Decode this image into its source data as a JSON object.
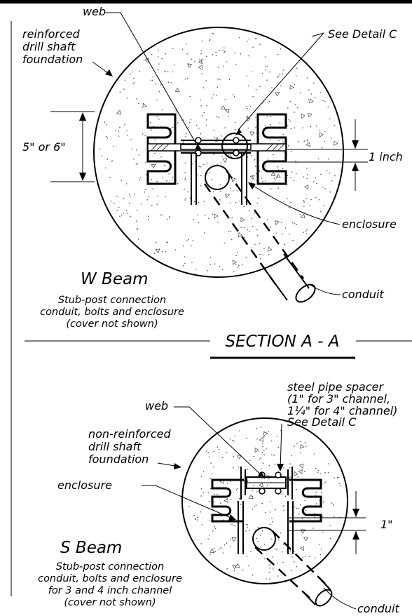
{
  "top": {
    "labels": {
      "web": "web",
      "see_detail": "See Detail C",
      "foundation": [
        "reinforced",
        "drill shaft",
        "foundation"
      ],
      "dim_height": "5\" or 6\"",
      "dim_inch": "1 inch",
      "enclosure": "enclosure",
      "conduit": "conduit"
    },
    "title": "W Beam",
    "caption": [
      "Stub-post connection",
      "conduit, bolts and enclosure",
      "(cover not shown)"
    ]
  },
  "section_title": "SECTION A - A",
  "bottom": {
    "labels": {
      "spacer": [
        "steel pipe spacer",
        "(1\" for 3\" channel,",
        "1¼\" for 4\" channel)"
      ],
      "see_detail": "See Detail C",
      "web": "web",
      "foundation": [
        "non-reinforced",
        "drill shaft",
        "foundation"
      ],
      "enclosure": "enclosure",
      "dim_inch": "1\"",
      "conduit": "conduit"
    },
    "title": "S Beam",
    "caption": [
      "Stub-post connection",
      "conduit, bolts and enclosure",
      "for 3 and 4 inch channel",
      "(cover not shown)"
    ]
  }
}
